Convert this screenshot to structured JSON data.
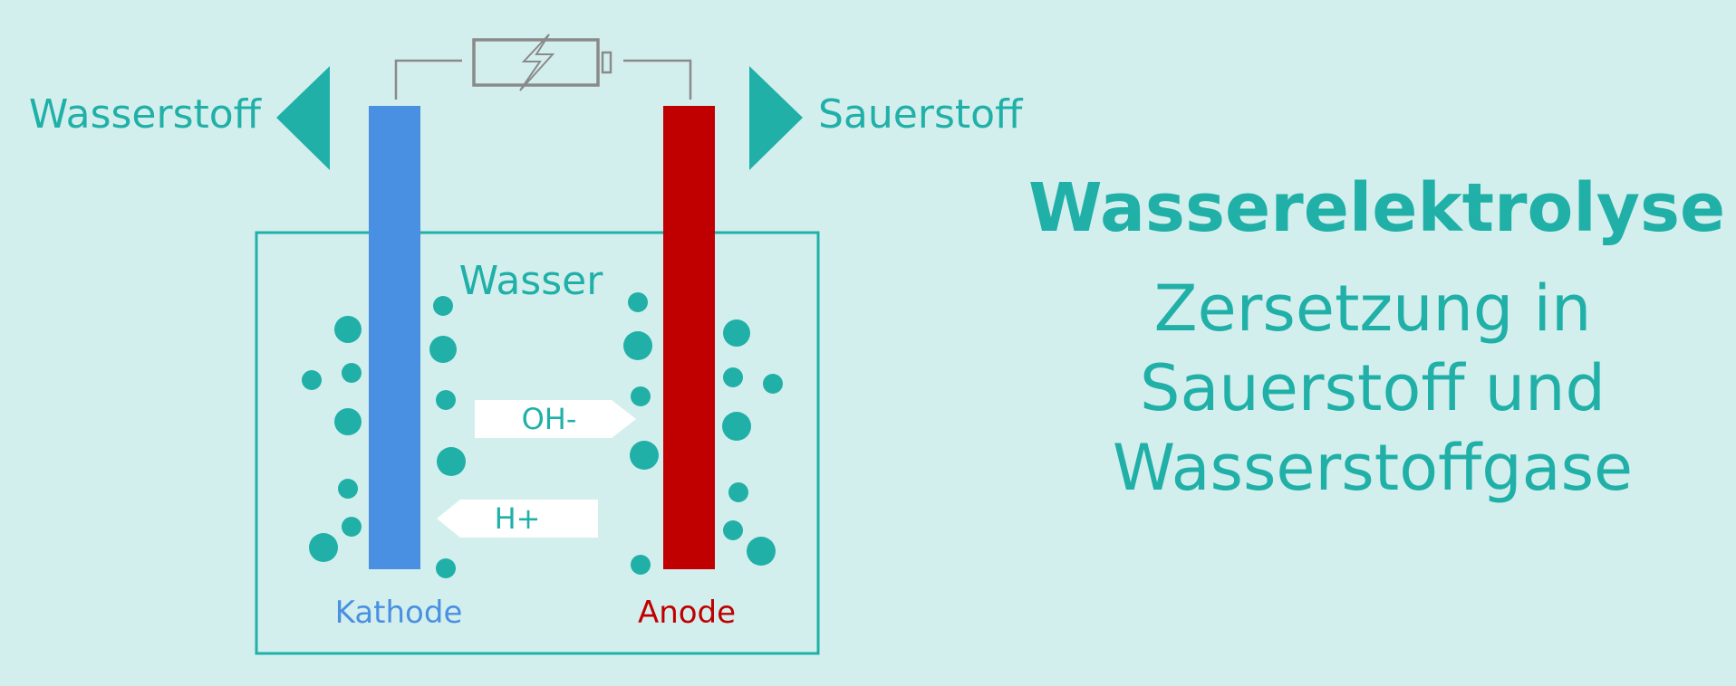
{
  "diagram": {
    "gas_left": "Wasserstoff",
    "gas_right": "Sauerstoff",
    "medium": "Wasser",
    "ion_right": "OH-",
    "ion_left": "H+",
    "electrode_left": "Kathode",
    "electrode_right": "Anode",
    "icons": [
      "battery-icon",
      "lightning-bolt-icon",
      "arrow-left-icon",
      "arrow-right-icon",
      "gas-bubble-icon"
    ]
  },
  "heading": {
    "title": "Wasserelektrolyse",
    "subtitle_lines": [
      "Zersetzung in",
      "Sauerstoff und",
      "Wasserstoffgase"
    ]
  },
  "colors": {
    "background": "#d3efed",
    "teal": "#20b0a8",
    "cathode": "#4a90e2",
    "anode": "#c00000",
    "wire": "#8a8a8a",
    "label_box": "#ffffff"
  }
}
